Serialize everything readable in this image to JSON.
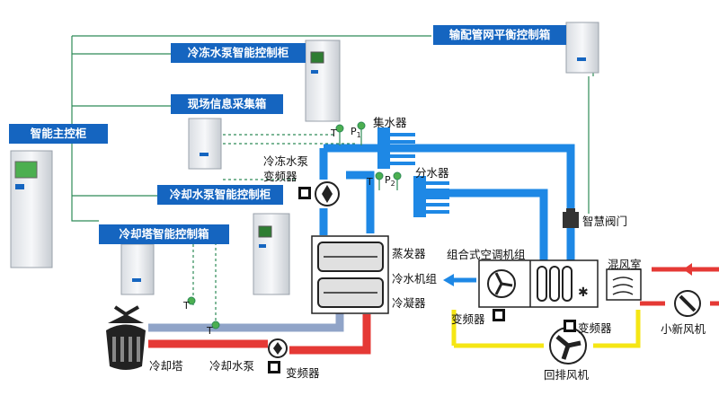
{
  "colors": {
    "label_bg": "#1565c0",
    "chilled_water": "#1e88e5",
    "cooling_water": "#90a4c8",
    "hot_water": "#e53935",
    "air_supply": "#1e88e5",
    "air_return": "#f5e614",
    "signal_line": "#2e8b57"
  },
  "labels": {
    "main_cabinet": "智能主控柜",
    "chilled_pump_cabinet": "冷冻水泵智能控制柜",
    "field_collect_box": "现场信息采集箱",
    "cooling_pump_cabinet": "冷却水泵智能控制柜",
    "tower_control_box": "冷却塔智能控制箱",
    "pipe_balance_box": "输配管网平衡控制箱"
  },
  "texts": {
    "collector": "集水器",
    "distributor": "分水器",
    "chilled_pump_vfd_1": "冷冻水泵",
    "chilled_pump_vfd_2": "变频器",
    "evaporator": "蒸发器",
    "chiller": "冷水机组",
    "condenser": "冷凝器",
    "ahu": "组合式空调机组",
    "mixing_room": "混风室",
    "smart_valve": "智慧阀门",
    "fresh_fan": "小新风机",
    "ahu_vfd": "变频器",
    "fan_vfd": "变频器",
    "return_fan": "回排风机",
    "cooling_tower": "冷却塔",
    "cooling_pump": "冷却水泵",
    "cooling_vfd": "变频器",
    "sensor_t": "T",
    "sensor_p": "P",
    "sensor_p_sub1": "1",
    "sensor_p_sub2": "2"
  }
}
